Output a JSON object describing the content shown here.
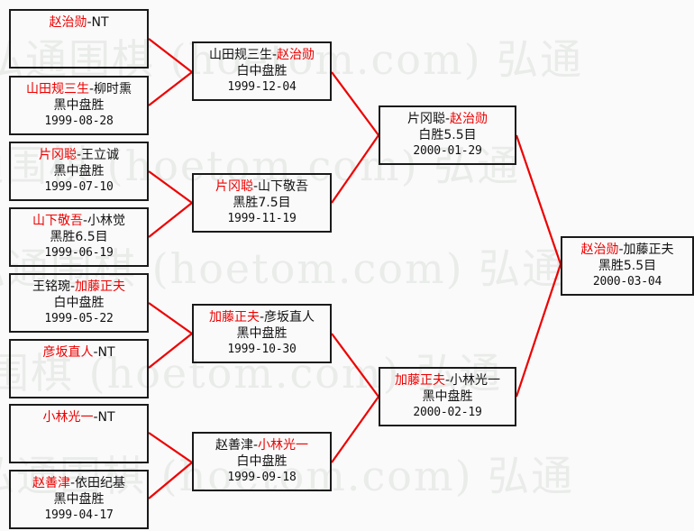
{
  "watermark": {
    "text": "弘通围棋 (hoetom.com)",
    "color": "#e9ece9",
    "rows": [
      "弘通围棋 (hoetom.com)  弘通",
      "弘通围棋 (hoetom.com)  弘通",
      "弘通围棋 (hoetom.com)  弘通",
      "弘通围棋 (hoetom.com)  弘通",
      "弘通围棋 (hoetom.com)  弘通"
    ]
  },
  "colors": {
    "winner": "#ee0000",
    "connector": "#ee0000",
    "box_border": "#1a1a1a",
    "text": "#111111",
    "background": "#fafafa"
  },
  "bracket": {
    "round1": [
      {
        "player_left": "赵治勋",
        "player_right": "NT",
        "winner": "left",
        "result": "",
        "date": ""
      },
      {
        "player_left": "山田规三生",
        "player_right": "柳时熏",
        "winner": "left",
        "result": "黑中盘胜",
        "date": "1999-08-28"
      },
      {
        "player_left": "片冈聪",
        "player_right": "王立诚",
        "winner": "left",
        "result": "黑中盘胜",
        "date": "1999-07-10"
      },
      {
        "player_left": "山下敬吾",
        "player_right": "小林觉",
        "winner": "left",
        "result": "黑胜6.5目",
        "date": "1999-06-19"
      },
      {
        "player_left": "王铭琬",
        "player_right": "加藤正夫",
        "winner": "right",
        "result": "白中盘胜",
        "date": "1999-05-22"
      },
      {
        "player_left": "彦坂直人",
        "player_right": "NT",
        "winner": "left",
        "result": "",
        "date": ""
      },
      {
        "player_left": "小林光一",
        "player_right": "NT",
        "winner": "left",
        "result": "",
        "date": ""
      },
      {
        "player_left": "赵善津",
        "player_right": "依田纪基",
        "winner": "left",
        "result": "黑中盘胜",
        "date": "1999-04-17"
      }
    ],
    "round2": [
      {
        "player_left": "山田规三生",
        "player_right": "赵治勋",
        "winner": "right",
        "result": "白中盘胜",
        "date": "1999-12-04"
      },
      {
        "player_left": "片冈聪",
        "player_right": "山下敬吾",
        "winner": "left",
        "result": "黑胜7.5目",
        "date": "1999-11-19"
      },
      {
        "player_left": "加藤正夫",
        "player_right": "彦坂直人",
        "winner": "left",
        "result": "黑中盘胜",
        "date": "1999-10-30"
      },
      {
        "player_left": "赵善津",
        "player_right": "小林光一",
        "winner": "right",
        "result": "白中盘胜",
        "date": "1999-09-18"
      }
    ],
    "round3": [
      {
        "player_left": "片冈聪",
        "player_right": "赵治勋",
        "winner": "right",
        "result": "白胜5.5目",
        "date": "2000-01-29"
      },
      {
        "player_left": "加藤正夫",
        "player_right": "小林光一",
        "winner": "left",
        "result": "黑中盘胜",
        "date": "2000-02-19"
      }
    ],
    "final": [
      {
        "player_left": "赵治勋",
        "player_right": "加藤正夫",
        "winner": "left",
        "result": "黑胜5.5目",
        "date": "2000-03-04"
      }
    ]
  }
}
